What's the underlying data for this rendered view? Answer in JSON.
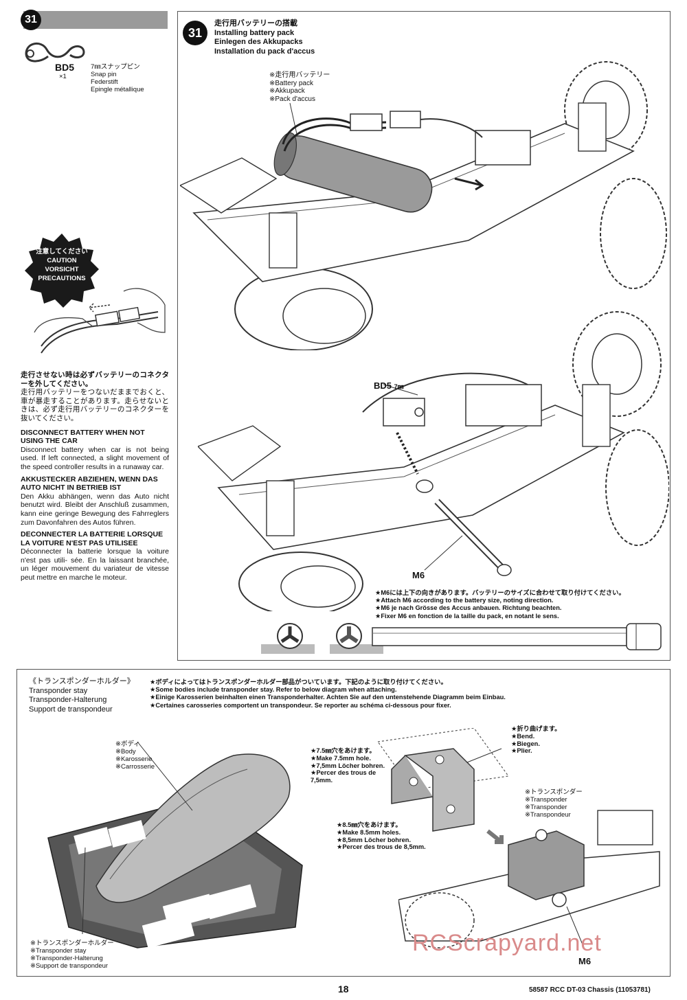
{
  "left_column": {
    "step_number": "31",
    "part_code": "BD5",
    "part_qty": "×1",
    "part_names": [
      "7㎜スナップピン",
      "Snap pin",
      "Federstift",
      "Epingle métallique"
    ],
    "caution_badge": [
      "注意してください",
      "CAUTION",
      "VORSICHT",
      "PRECAUTIONS"
    ],
    "jp_notes": [
      "走行させない時は必ずバッテリーのコネクターを外してください。",
      "走行用バッテリーをつないだままでおくと、車が暴走することがあります。走らせないときは、必ず走行用バッテリーのコネクターを抜いてください。"
    ],
    "en_head": "DISCONNECT BATTERY WHEN NOT USING THE CAR",
    "en_text": "Disconnect battery when car is not being used. If left connected, a slight movement of the speed controller results in a runaway car.",
    "de_head": "AKKUSTECKER ABZIEHEN, WENN DAS AUTO NICHT IN BETRIEB IST",
    "de_text": "Den Akku abhängen, wenn das Auto nicht benutzt wird. Bleibt der Anschluß zusammen, kann eine geringe Bewegung des Fahrreglers zum Davonfahren des Autos führen.",
    "fr_head": "DECONNECTER LA BATTERIE LORSQUE LA VOITURE N'EST PAS UTILISEE",
    "fr_text": "Déconnecter la batterie lorsque la voiture n'est pas utili- sée. En la laissant branchée, un léger mouvement du variateur de vitesse peut mettre en marche le moteur."
  },
  "main_panel": {
    "step_number": "31",
    "title_lines": [
      "走行用バッテリーの搭載",
      "Installing battery pack",
      "Einlegen des Akkupacks",
      "Installation du pack d'accus"
    ],
    "battery_label": [
      "※走行用バッテリー",
      "※Battery pack",
      "※Akkupack",
      "※Pack d'accus"
    ],
    "bd5_label": "BD5",
    "bd5_size": "7㎜",
    "m6_label": "M6",
    "m6_notes": [
      "★M6には上下の向きがあります。バッテリーのサイズに合わせて取り付けてください。",
      "★Attach M6 according to the battery size, noting direction.",
      "★M6 je nach Grösse des Accus anbauen. Richtung beachten.",
      "★Fixer M6 en fonction de la taille du pack, en notant le sens."
    ]
  },
  "bottom_panel": {
    "heading_lines": [
      "《トランスポンダーホルダー》",
      "Transponder stay",
      "Transponder-Halterung",
      "Support de transpondeur"
    ],
    "notes": [
      "★ボディによってはトランスポンダーホルダー部品がついています。下記のように取り付けてください。",
      "★Some bodies include transponder stay. Refer to below diagram when attaching.",
      "★Einige Karosserien beinhalten einen Transponderhalter. Achten Sie auf den untenstehende Diagramm beim Einbau.",
      "★Certaines carosseries comportent un transpondeur. Se reporter au schéma ci-dessous pour fixer."
    ],
    "body_label": [
      "※ボディ",
      "※Body",
      "※Karosserie",
      "※Carrosserie"
    ],
    "stay_label": [
      "※トランスポンダーホルダー",
      "※Transponder stay",
      "※Transponder-Halterung",
      "※Support de transpondeur"
    ],
    "hole75_label": [
      "★7.5㎜穴をあけます。",
      "★Make 7.5mm hole.",
      "★7,5mm Löcher bohren.",
      "★Percer des trous de 7,5mm."
    ],
    "hole85_label": [
      "★8.5㎜穴をあけます。",
      "★Make 8.5mm holes.",
      "★8,5mm Löcher bohren.",
      "★Percer des trous de 8,5mm."
    ],
    "bend_label": [
      "★折り曲げます。",
      "★Bend.",
      "★Biegen.",
      "★Plier."
    ],
    "transponder_label": [
      "※トランスポンダー",
      "※Transponder",
      "※Transponder",
      "※Transpondeur"
    ],
    "m6_label": "M6"
  },
  "footer": {
    "page_number": "18",
    "doc_id": "58587 RCC DT-03 Chassis (11053781)",
    "watermark": "RCScrapyard.net"
  }
}
